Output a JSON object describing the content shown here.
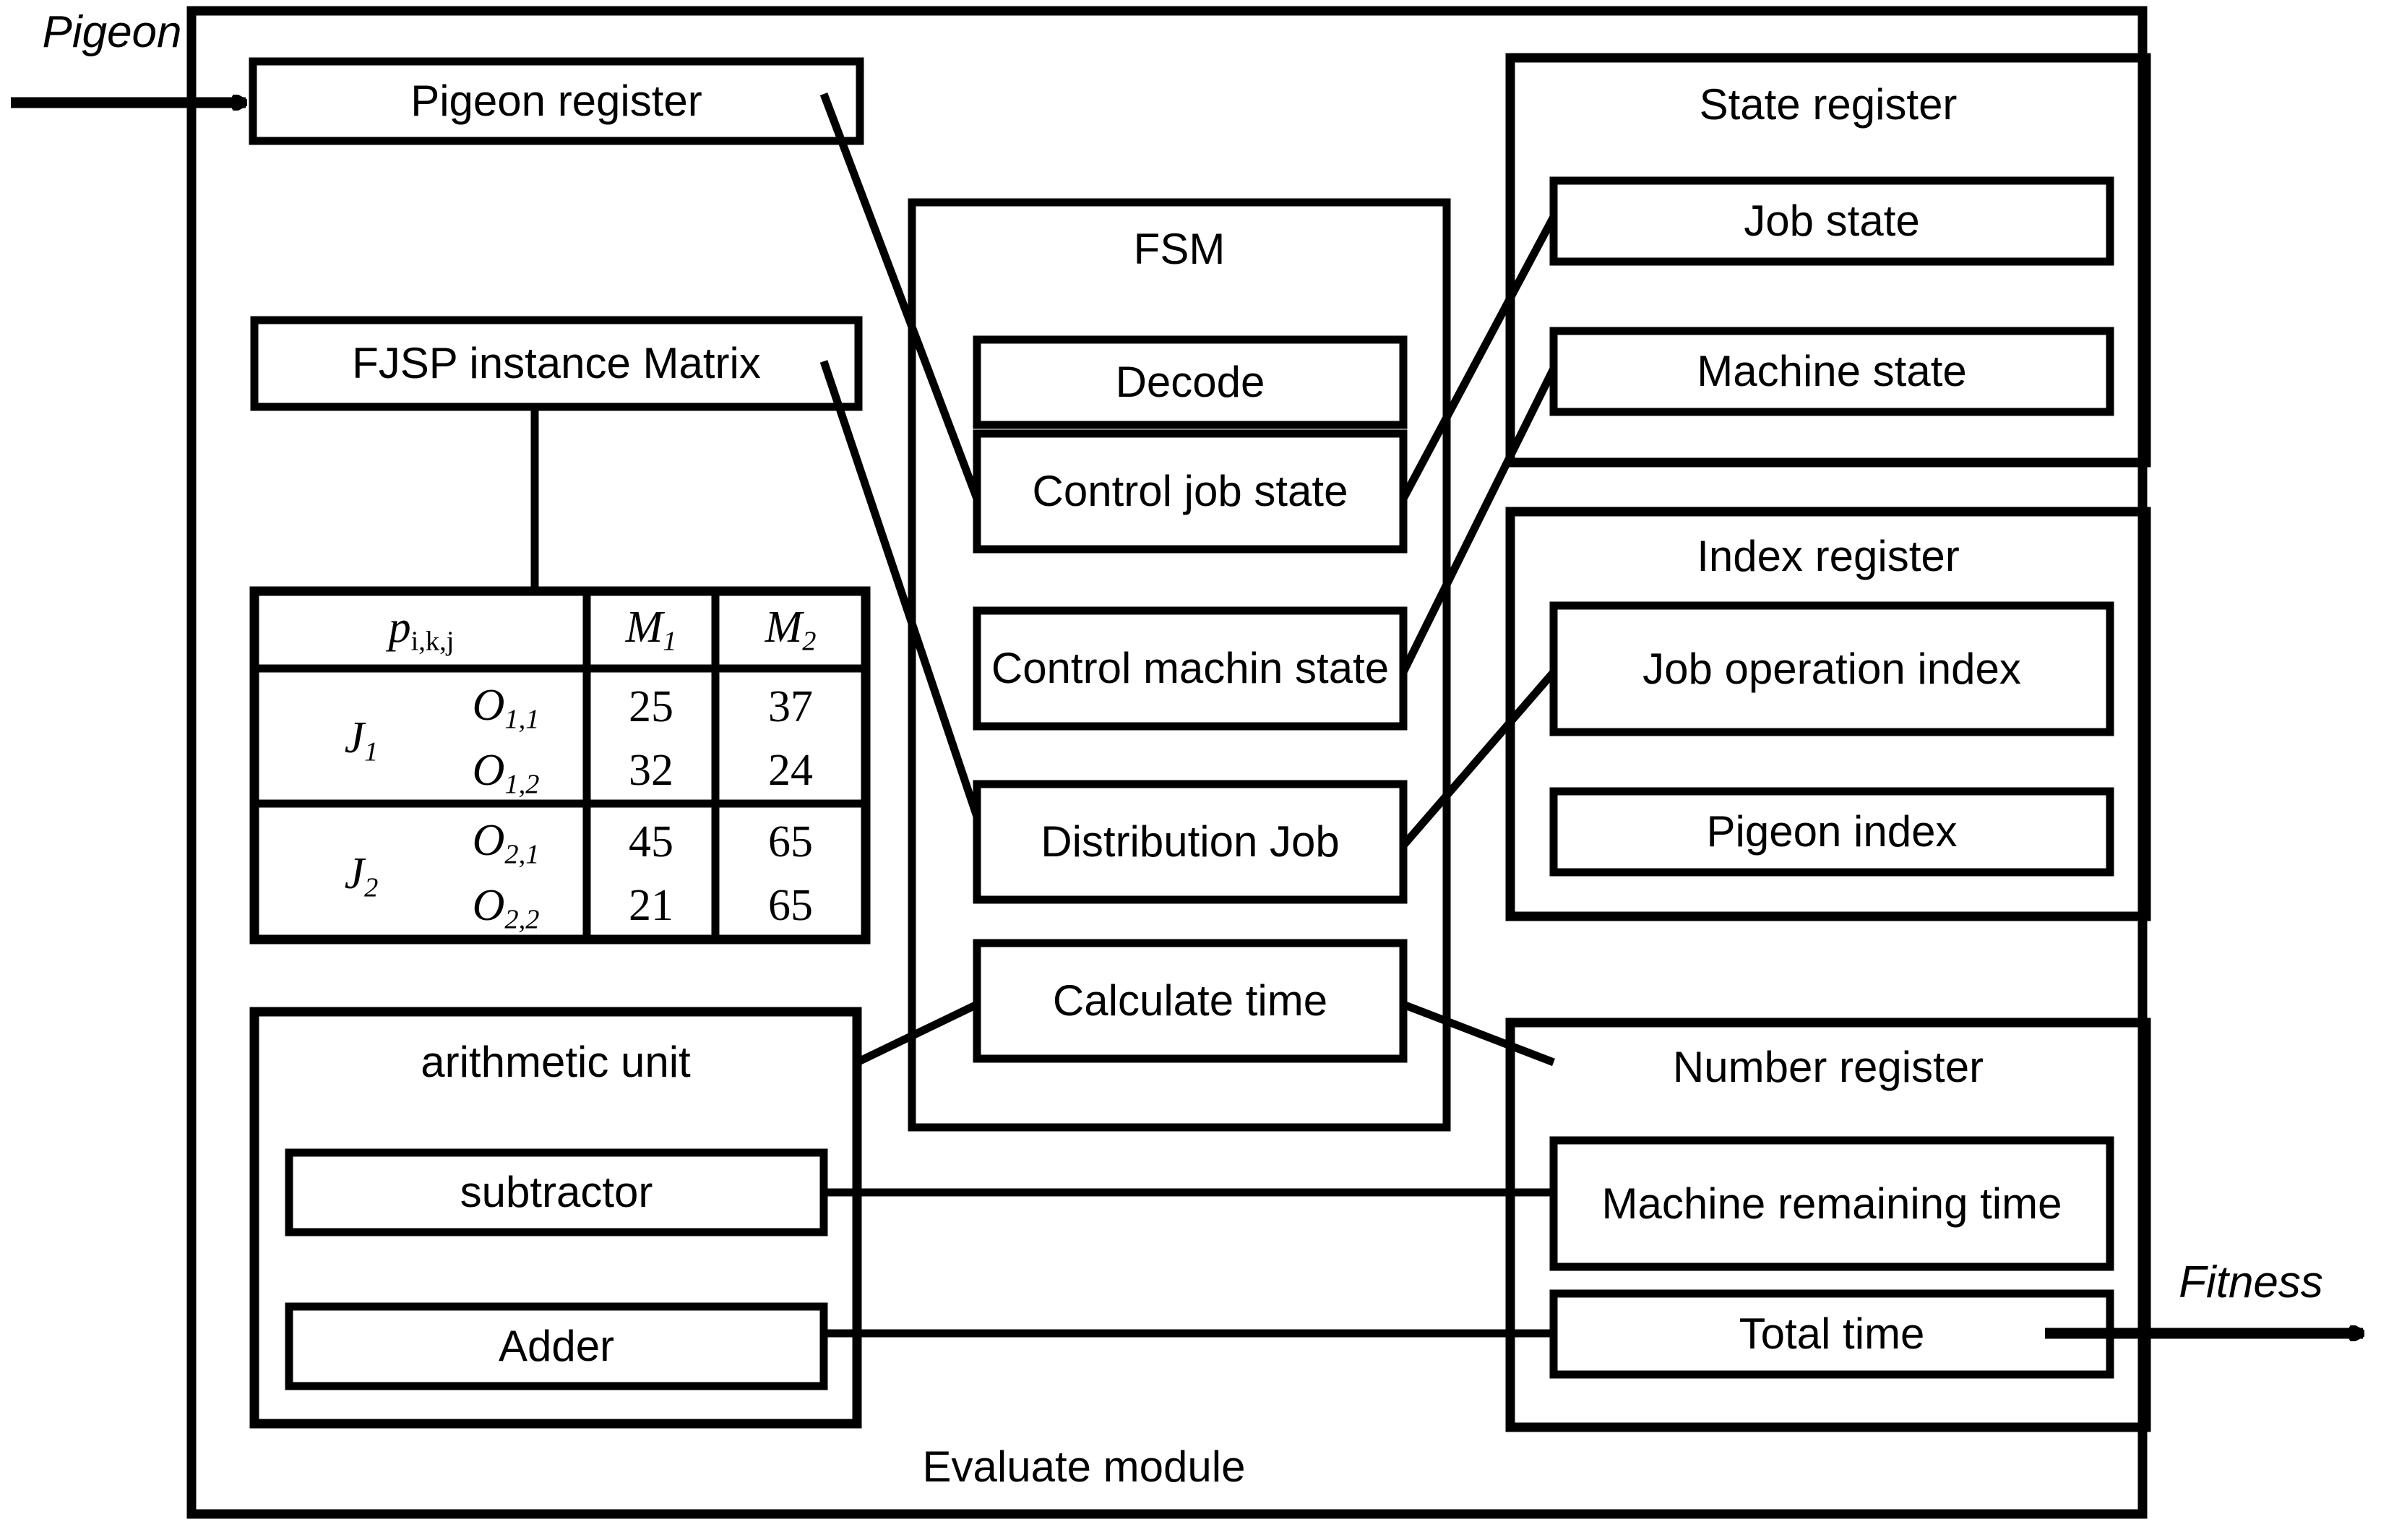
{
  "diagram": {
    "outer_module_label": "Evaluate module",
    "input_signal_label": "Pigeon",
    "output_signal_label": "Fitness",
    "stroke_color": "#000000",
    "background_color": "#ffffff"
  },
  "left_column": {
    "pigeon_register": "Pigeon register",
    "fjsp_matrix": "FJSP instance Matrix"
  },
  "matrix_table": {
    "header": {
      "corner_symbol": "p",
      "corner_subscript": "i,k,j",
      "columns": [
        {
          "symbol": "M",
          "subscript": "1"
        },
        {
          "symbol": "M",
          "subscript": "2"
        }
      ]
    },
    "rows": [
      {
        "job_symbol": "J",
        "job_subscript": "1",
        "operations": [
          {
            "symbol": "O",
            "subscript": "1,1",
            "values": [
              "25",
              "37"
            ]
          },
          {
            "symbol": "O",
            "subscript": "1,2",
            "values": [
              "32",
              "24"
            ]
          }
        ]
      },
      {
        "job_symbol": "J",
        "job_subscript": "2",
        "operations": [
          {
            "symbol": "O",
            "subscript": "2,1",
            "values": [
              "45",
              "65"
            ]
          },
          {
            "symbol": "O",
            "subscript": "2,2",
            "values": [
              "21",
              "65"
            ]
          }
        ]
      }
    ]
  },
  "arithmetic_unit": {
    "title": "arithmetic unit",
    "items": [
      "subtractor",
      "Adder"
    ]
  },
  "fsm": {
    "title": "FSM",
    "states": [
      "Decode",
      "Control job state",
      "Control machin state",
      "Distribution Job",
      "Calculate time"
    ]
  },
  "state_register": {
    "title": "State register",
    "items": [
      "Job state",
      "Machine state"
    ]
  },
  "index_register": {
    "title": "Index register",
    "items": [
      "Job operation index",
      "Pigeon index"
    ]
  },
  "number_register": {
    "title": "Number register",
    "items": [
      "Machine remaining time",
      "Total time"
    ]
  }
}
